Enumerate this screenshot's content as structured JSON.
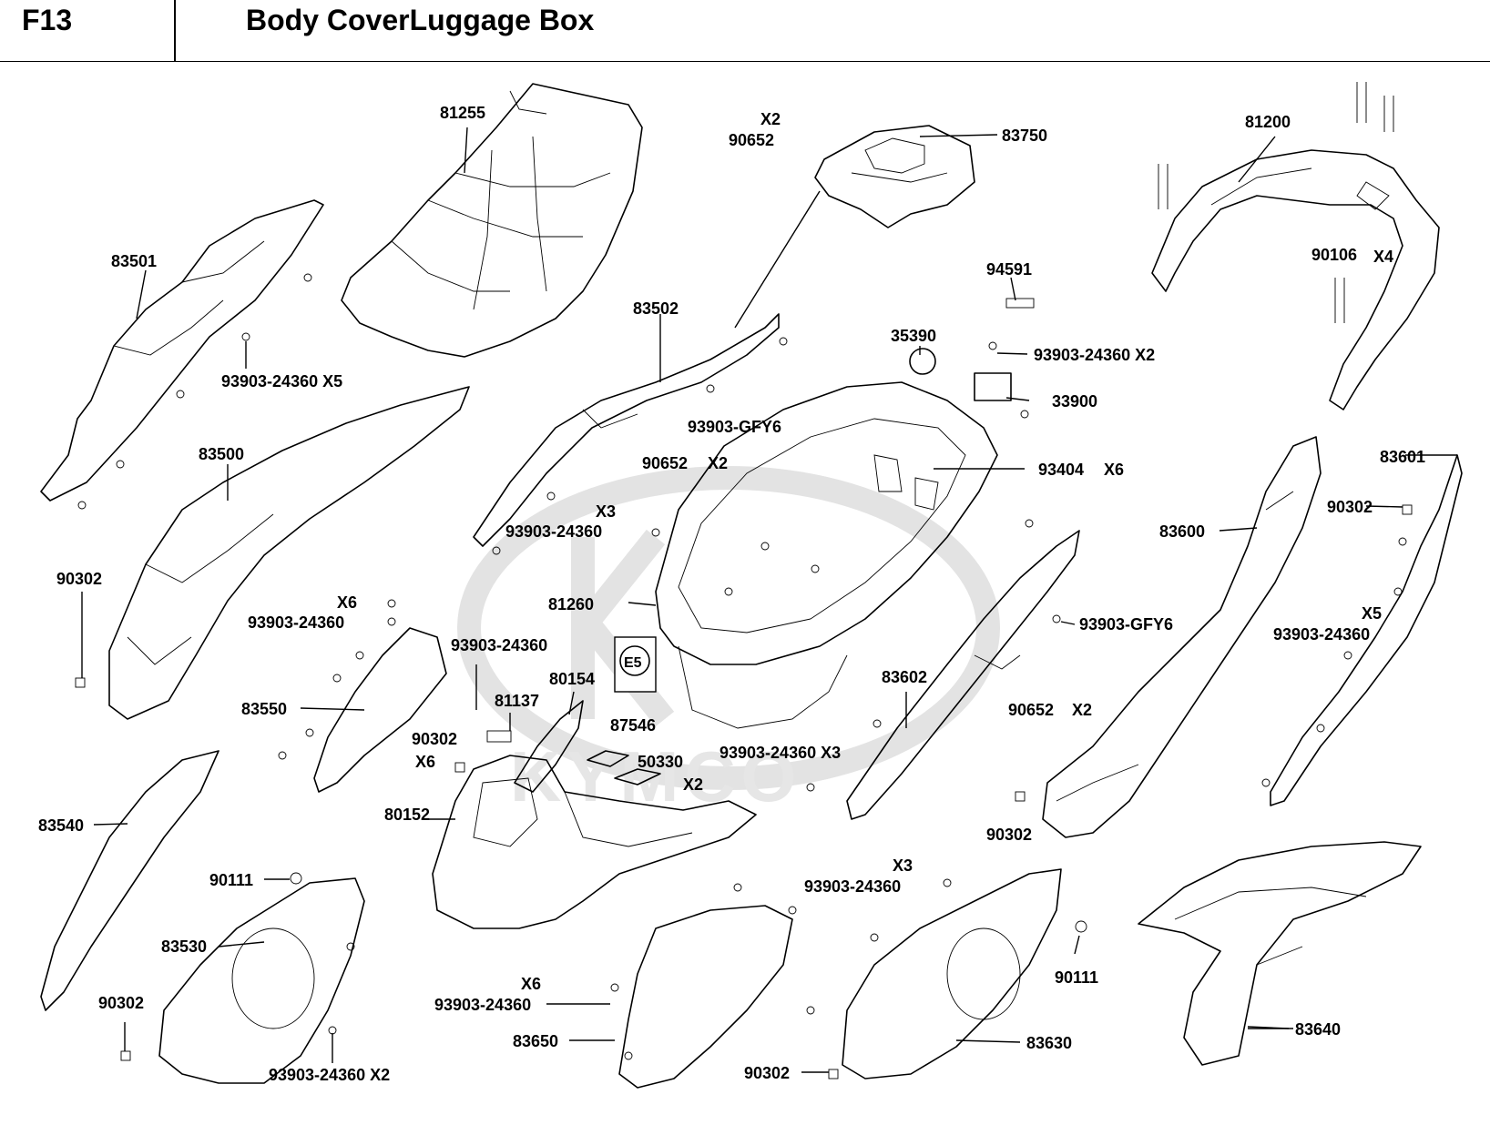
{
  "header": {
    "code": "F13",
    "title": "Body CoverLuggage Box"
  },
  "watermark": {
    "text": "KYMCO"
  },
  "e5_mark": "E5",
  "labels": [
    {
      "id": "81255",
      "text": "81255"
    },
    {
      "id": "90652a-qty",
      "text": "X2"
    },
    {
      "id": "90652a",
      "text": "90652"
    },
    {
      "id": "83750",
      "text": "83750"
    },
    {
      "id": "81200",
      "text": "81200"
    },
    {
      "id": "83501",
      "text": "83501"
    },
    {
      "id": "90106",
      "text": "90106"
    },
    {
      "id": "90106-qty",
      "text": "X4"
    },
    {
      "id": "94591",
      "text": "94591"
    },
    {
      "id": "83502",
      "text": "83502"
    },
    {
      "id": "35390",
      "text": "35390"
    },
    {
      "id": "93903-24360-x2a",
      "text": "93903-24360 X2"
    },
    {
      "id": "93903-24360-x5a",
      "text": "93903-24360 X5"
    },
    {
      "id": "33900",
      "text": "33900"
    },
    {
      "id": "93903-gfy6a",
      "text": "93903-GFY6"
    },
    {
      "id": "83500",
      "text": "83500"
    },
    {
      "id": "90652b",
      "text": "90652"
    },
    {
      "id": "90652b-qty",
      "text": "X2"
    },
    {
      "id": "93404",
      "text": "93404"
    },
    {
      "id": "93404-qty",
      "text": "X6"
    },
    {
      "id": "83601",
      "text": "83601"
    },
    {
      "id": "x3a",
      "text": "X3"
    },
    {
      "id": "93903-24360a",
      "text": "93903-24360"
    },
    {
      "id": "83600",
      "text": "83600"
    },
    {
      "id": "90302a",
      "text": "90302"
    },
    {
      "id": "90302b",
      "text": "90302"
    },
    {
      "id": "x6a",
      "text": "X6"
    },
    {
      "id": "93903-24360b",
      "text": "93903-24360"
    },
    {
      "id": "81260",
      "text": "81260"
    },
    {
      "id": "93903-gfy6b",
      "text": "93903-GFY6"
    },
    {
      "id": "x5b",
      "text": "X5"
    },
    {
      "id": "93903-24360c",
      "text": "93903-24360"
    },
    {
      "id": "93903-24360d",
      "text": "93903-24360"
    },
    {
      "id": "80154",
      "text": "80154"
    },
    {
      "id": "83602",
      "text": "83602"
    },
    {
      "id": "81137",
      "text": "81137"
    },
    {
      "id": "83550",
      "text": "83550"
    },
    {
      "id": "90652c",
      "text": "90652"
    },
    {
      "id": "90652c-qty",
      "text": "X2"
    },
    {
      "id": "87546",
      "text": "87546"
    },
    {
      "id": "90302c",
      "text": "90302"
    },
    {
      "id": "x6b",
      "text": "X6"
    },
    {
      "id": "50330",
      "text": "50330"
    },
    {
      "id": "93903-24360-x3b",
      "text": "93903-24360 X3"
    },
    {
      "id": "x2c",
      "text": "X2"
    },
    {
      "id": "80152",
      "text": "80152"
    },
    {
      "id": "83540",
      "text": "83540"
    },
    {
      "id": "90302d",
      "text": "90302"
    },
    {
      "id": "x3c",
      "text": "X3"
    },
    {
      "id": "90111a",
      "text": "90111"
    },
    {
      "id": "93903-24360e",
      "text": "93903-24360"
    },
    {
      "id": "83530",
      "text": "83530"
    },
    {
      "id": "90111b",
      "text": "90111"
    },
    {
      "id": "x6c",
      "text": "X6"
    },
    {
      "id": "93903-24360f",
      "text": "93903-24360"
    },
    {
      "id": "90302e",
      "text": "90302"
    },
    {
      "id": "83650",
      "text": "83650"
    },
    {
      "id": "83640",
      "text": "83640"
    },
    {
      "id": "83630",
      "text": "83630"
    },
    {
      "id": "93903-24360-x2g",
      "text": "93903-24360 X2"
    },
    {
      "id": "90302f",
      "text": "90302"
    }
  ]
}
